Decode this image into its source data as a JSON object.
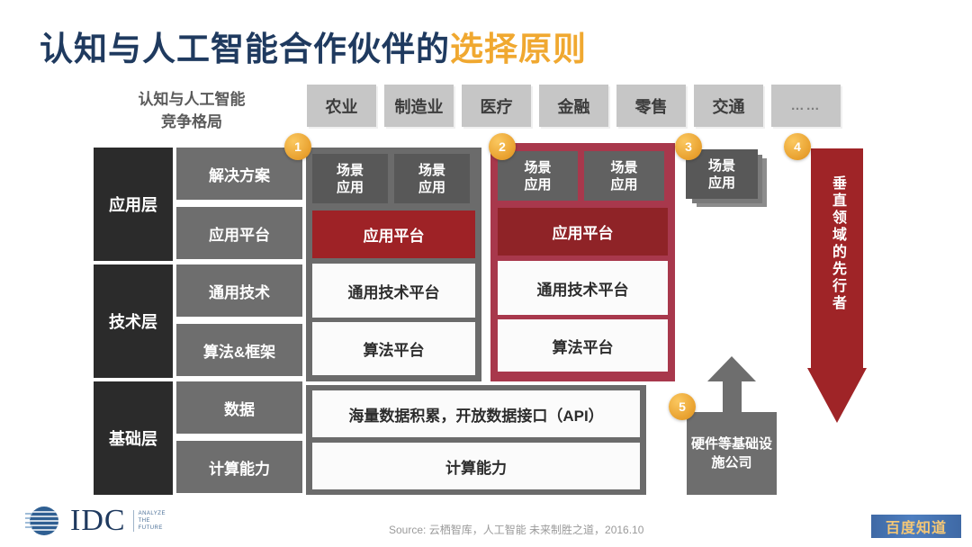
{
  "title": {
    "main": "认知与人工智能合作伙伴的",
    "accent": "选择原则",
    "main_color": "#1f3a5f",
    "accent_color": "#f0a830"
  },
  "caption": {
    "line1": "认知与人工智能",
    "line2": "竞争格局"
  },
  "industries": [
    {
      "label": "农业"
    },
    {
      "label": "制造业"
    },
    {
      "label": "医疗"
    },
    {
      "label": "金融"
    },
    {
      "label": "零售"
    },
    {
      "label": "交通"
    },
    {
      "label": "……"
    }
  ],
  "layers": [
    {
      "label": "应用层",
      "subs": [
        "解决方案",
        "应用平台"
      ]
    },
    {
      "label": "技术层",
      "subs": [
        "通用技术",
        "算法&框架"
      ]
    },
    {
      "label": "基础层",
      "subs": [
        "数据",
        "计算能力"
      ]
    }
  ],
  "column1": {
    "scenes": [
      {
        "l1": "场景",
        "l2": "应用"
      },
      {
        "l1": "场景",
        "l2": "应用"
      }
    ],
    "app_platform": "应用平台",
    "tech_platform": "通用技术平台",
    "algo_platform": "算法平台"
  },
  "column1_wide": {
    "data_row": "海量数据积累，开放数据接口（API）",
    "compute_row": "计算能力"
  },
  "column2": {
    "scenes": [
      {
        "l1": "场景",
        "l2": "应用"
      },
      {
        "l1": "场景",
        "l2": "应用"
      }
    ],
    "app_platform": "应用平台",
    "tech_platform": "通用技术平台",
    "algo_platform": "算法平台"
  },
  "column3": {
    "scene": {
      "l1": "场景",
      "l2": "应用"
    }
  },
  "column4": {
    "arrow_text": "垂直领域的先行者",
    "arrow_color": "#9f2427"
  },
  "hardware": {
    "label": "硬件等基础设施公司"
  },
  "badges": [
    "1",
    "2",
    "3",
    "4",
    "5"
  ],
  "source": "Source: 云栖智库，人工智能 未来制胜之道，2016.10",
  "logo": {
    "name": "IDC",
    "tagline_line1": "ANALYZE",
    "tagline_line2": "THE",
    "tagline_line3": "FUTURE"
  },
  "watermark": {
    "label": "百度知道"
  },
  "colors": {
    "dark_layer": "#2b2b2b",
    "mid_gray": "#6e6e6e",
    "chip_gray": "#c6c6c6",
    "red": "#9e2226",
    "crimson": "#a8384c",
    "badge_gold": "#e8a02e"
  }
}
